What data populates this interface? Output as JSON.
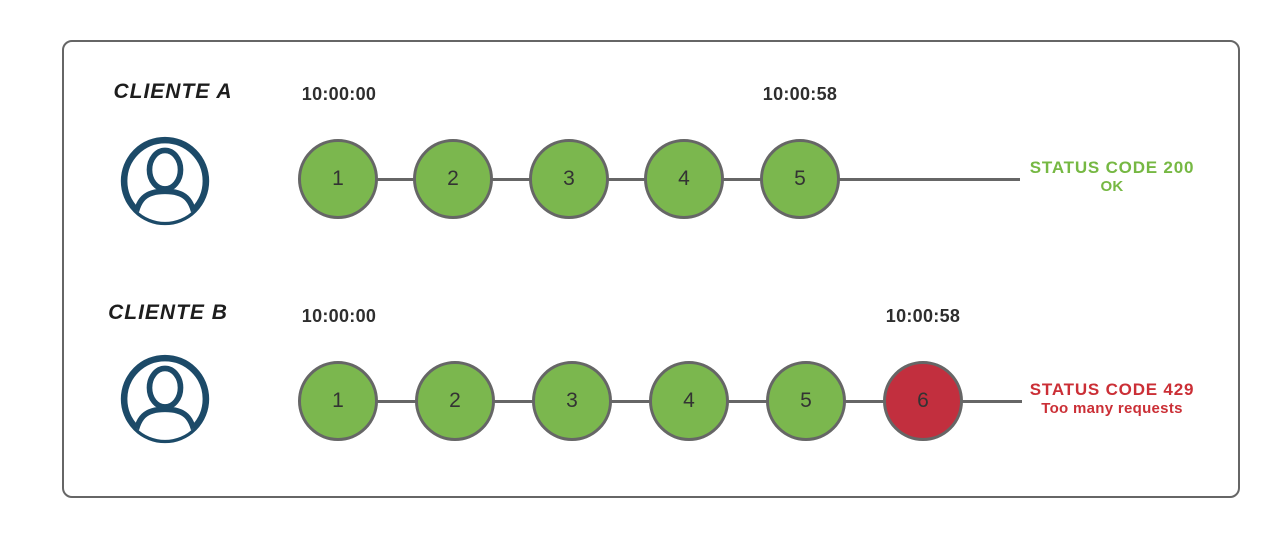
{
  "diagram": {
    "title_semantic": "rate-limit-clients-diagram",
    "rows": [
      {
        "client": "CLIENTE A",
        "time_start": "10:00:00",
        "time_end": "10:00:58",
        "requests": [
          "1",
          "2",
          "3",
          "4",
          "5"
        ],
        "status": {
          "code_line": "STATUS CODE 200",
          "message": "OK"
        }
      },
      {
        "client": "CLIENTE B",
        "time_start": "10:00:00",
        "time_end": "10:00:58",
        "requests": [
          "1",
          "2",
          "3",
          "4",
          "5",
          "6"
        ],
        "status": {
          "code_line": "STATUS CODE 429",
          "message": "Too many requests"
        }
      }
    ],
    "icons": {
      "client": "user-avatar-icon"
    },
    "colors": {
      "stroke_gray": "#666666",
      "success_fill": "#7bb74e",
      "error_fill": "#c22f3e",
      "success_text": "#76b843",
      "error_text": "#cb2f36",
      "avatar_navy": "#1c4a68",
      "text_dark": "#2e2e2e"
    }
  }
}
